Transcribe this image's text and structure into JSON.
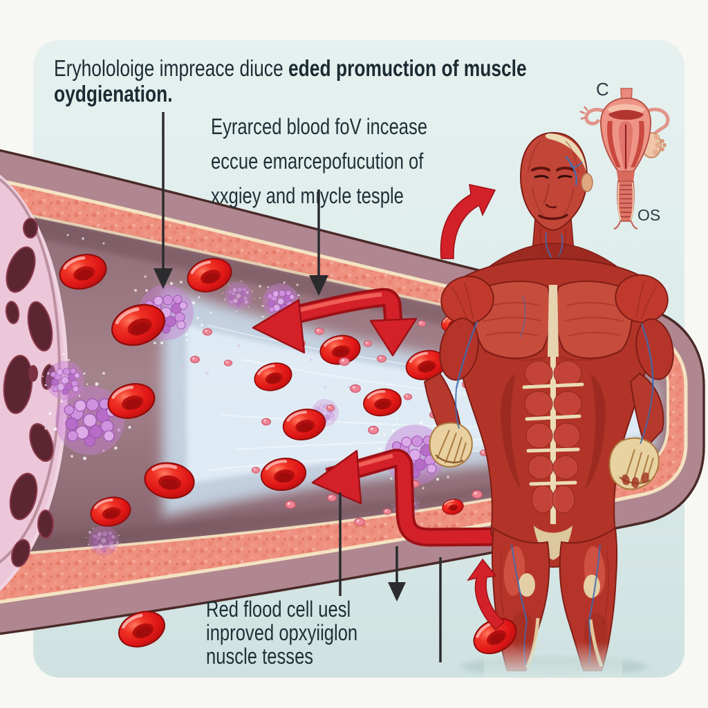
{
  "captions": {
    "title": {
      "line1_regular": "Eryhololoige impreace diuce",
      "line1_bold": "eded promuction of muscle",
      "line2_bold": "oydgienation."
    },
    "flow_note": {
      "line1": "Eyrarced blood foV incease",
      "line2": "eccue emarcepofucution of",
      "line3": "xxgiey and mıycle tesple"
    },
    "rbc_note": {
      "line1": "Red flood cell uesl",
      "line2": "inproved opxyiiglon",
      "line3": "nuscle tesses"
    },
    "inset": {
      "top_label": "C",
      "bottom_label": "OS"
    }
  },
  "icons": [
    "black-arrow-title",
    "black-arrow-flow",
    "black-line-left",
    "black-arrow-rbc",
    "black-line-right",
    "red-elbow-arrow-upper",
    "red-elbow-arrow-lower",
    "red-curved-arrow-shoulder",
    "red-curved-arrow-bottom"
  ],
  "palette": {
    "page_margin": "#f7f7f4",
    "panel_top": "#e6f1ef",
    "panel_bottom": "#cfe2e1",
    "caption_text": "#1c2b33",
    "vessel_outer_band": "#b08791",
    "vessel_wall_salmon": "#ef9180",
    "vessel_cream_line": "#f4e3c2",
    "vessel_interior": "#a5838c",
    "cut_face_pink": "#ecc7da",
    "cut_blob_maroon": "#5c2532",
    "plasma_beam_blue": "#cae0f0",
    "red_blood_cell": "#e01616",
    "cluster_purple": "#c77fd4",
    "arrow_red": "#d42129",
    "arrow_black": "#2b2b2e",
    "muscle_red": "#b53429",
    "tendon_cream": "#e8d0a0",
    "vein_blue": "#3c6cb0"
  }
}
